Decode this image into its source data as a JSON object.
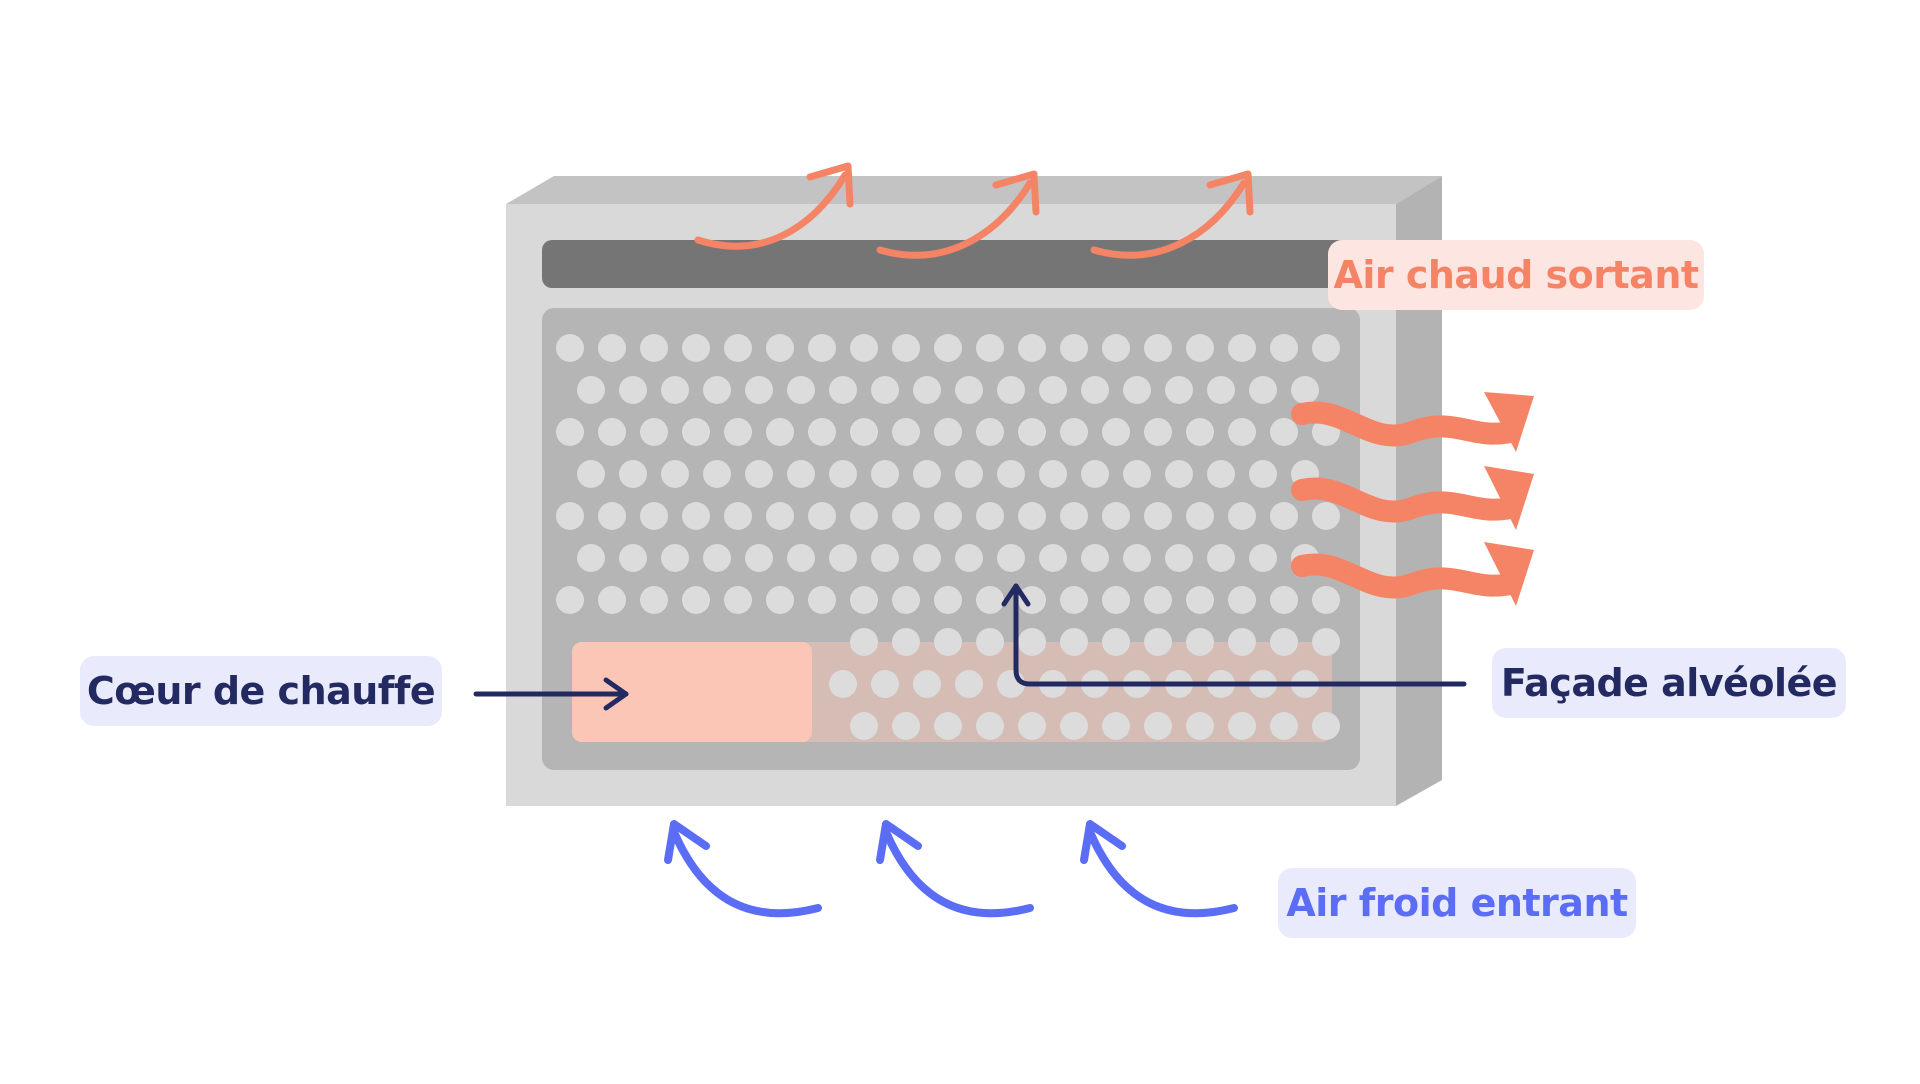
{
  "labels": {
    "hot_air_out": "Air chaud sortant",
    "cold_air_in": "Air froid entrant",
    "heating_core": "Cœur de chauffe",
    "facade": "Façade alvéolée"
  },
  "colors": {
    "hot_air": "#f58467",
    "cold_air": "#5b6cf5",
    "pointer": "#232a62",
    "heating_core": "#fcc6b6",
    "frame_front": "#d9d9d9",
    "frame_side": "#b3b3b3",
    "top_grille": "#757575",
    "panel": "#b5b5b5",
    "holes": "#dcdcdc"
  },
  "icons": {
    "hot_air_arrow": "curved-arrow-up-right-icon",
    "wavy_arrow": "wavy-arrow-right-icon",
    "cold_air_arrow": "curved-arrow-up-left-icon",
    "pointer_arrow": "straight-arrow-icon"
  }
}
